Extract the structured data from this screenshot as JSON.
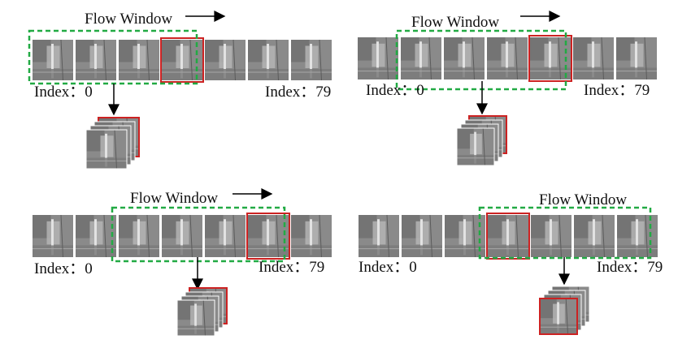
{
  "panels": [
    {
      "title": "Flow Window",
      "index_start": "Index：0",
      "index_end": "Index：79"
    },
    {
      "title": "Flow Window",
      "index_start": "Index：0",
      "index_end": "Index：79"
    },
    {
      "title": "Flow Window",
      "index_start": "Index：0",
      "index_end": "Index：79"
    },
    {
      "title": "Flow Window",
      "index_start": "Index：0",
      "index_end": "Index：79"
    }
  ],
  "colors": {
    "window_border": "#22aa44",
    "current_frame": "#cc2222",
    "frame_base": "#8a8a8a",
    "arrow": "#000000",
    "text": "#111111"
  }
}
